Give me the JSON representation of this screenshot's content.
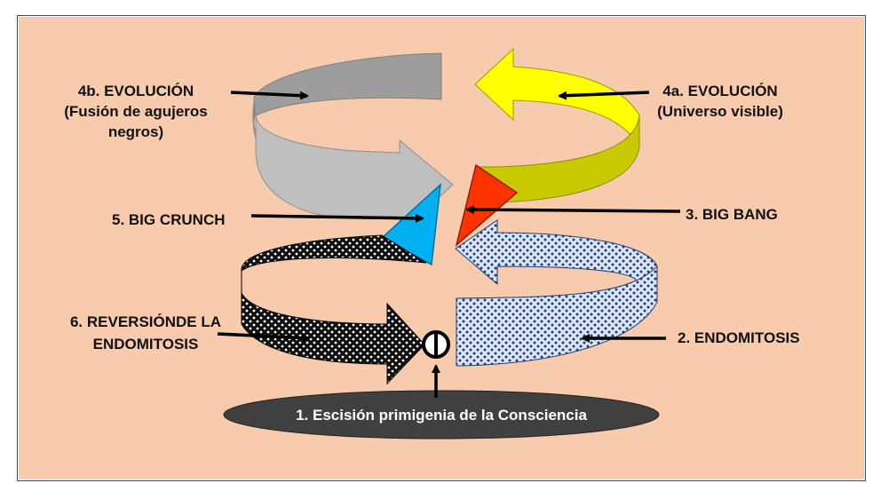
{
  "background": "#f8cbad",
  "colors": {
    "grey_arrow": "#9d9d9d",
    "grey_arrow_light": "#bfbfbf",
    "yellow_arrow": "#ffff00",
    "yellow_arrow_dark": "#c9c900",
    "big_bang": "#ff3300",
    "big_crunch": "#00b0f0",
    "dark_arrow": "#111111",
    "dotted_arrow": "#b4c7e7",
    "base_ellipse": "#404040"
  },
  "labels": {
    "evolucion_4b_line1": "4b. EVOLUCIÓN",
    "evolucion_4b_line2": "(Fusión de agujeros",
    "evolucion_4b_line3": "negros)",
    "evolucion_4a_line1": "4a. EVOLUCIÓN",
    "evolucion_4a_line2": "(Universo visible)",
    "big_crunch": "5. BIG CRUNCH",
    "big_bang": "3. BIG BANG",
    "reversion_line1": "6. REVERSIÓNDE LA",
    "reversion_line2": "ENDOMITOSIS",
    "endomitosis": "2. ENDOMITOSIS",
    "escision": "1. Escisión primigenia de la Consciencia"
  },
  "icons": {
    "origin_symbol": "phi-circle-icon"
  }
}
